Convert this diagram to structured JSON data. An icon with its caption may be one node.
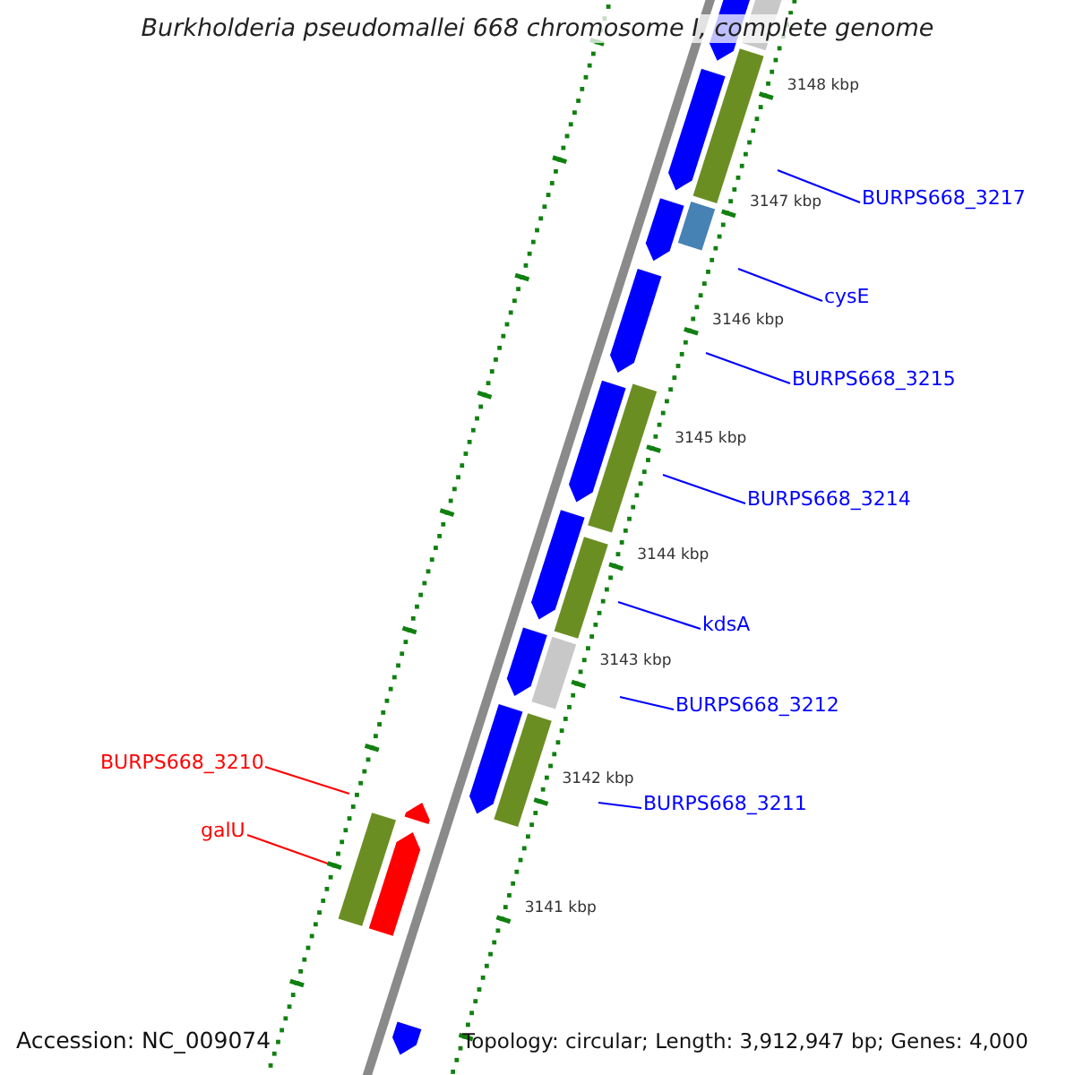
{
  "diagram": {
    "title": "Burkholderia pseudomallei 668 chromosome I, complete genome",
    "nodes": [
      {
        "text": [
          "BURPS668_3217"
        ]
      },
      {
        "text": [
          "cysE"
        ]
      },
      {
        "text": [
          "BURPS668_3215"
        ]
      },
      {
        "text": [
          "BURPS668_3214"
        ]
      },
      {
        "text": [
          "kdsA"
        ]
      },
      {
        "text": [
          "BURPS668_3212"
        ]
      },
      {
        "text": [
          "BURPS668_3210"
        ]
      },
      {
        "text": [
          "BURPS668_3211"
        ]
      },
      {
        "text": [
          "galU"
        ]
      }
    ],
    "edges": [
      {
        "from": 0,
        "to": null,
        "arrow": "none"
      },
      {
        "from": 1,
        "to": null,
        "arrow": "none"
      },
      {
        "from": 2,
        "to": null,
        "arrow": "none"
      },
      {
        "from": 3,
        "to": null,
        "arrow": "none"
      },
      {
        "from": 4,
        "to": null,
        "arrow": "none"
      },
      {
        "from": 5,
        "to": null,
        "arrow": "none"
      },
      {
        "from": 6,
        "to": null,
        "arrow": "none",
        "color": "#ff0000"
      },
      {
        "from": 7,
        "to": null,
        "arrow": "none"
      },
      {
        "from": 8,
        "to": null,
        "arrow": "none",
        "color": "#ff0000"
      }
    ],
    "labels": [
      "3148 kbp",
      "3147 kbp",
      "3146 kbp",
      "3145 kbp",
      "3144 kbp",
      "3143 kbp",
      "3142 kbp",
      "3141 kbp",
      "Accession: NC_009074",
      "Topology: circular; Length: 3,912,947 bp; Genes: 4,000"
    ]
  }
}
